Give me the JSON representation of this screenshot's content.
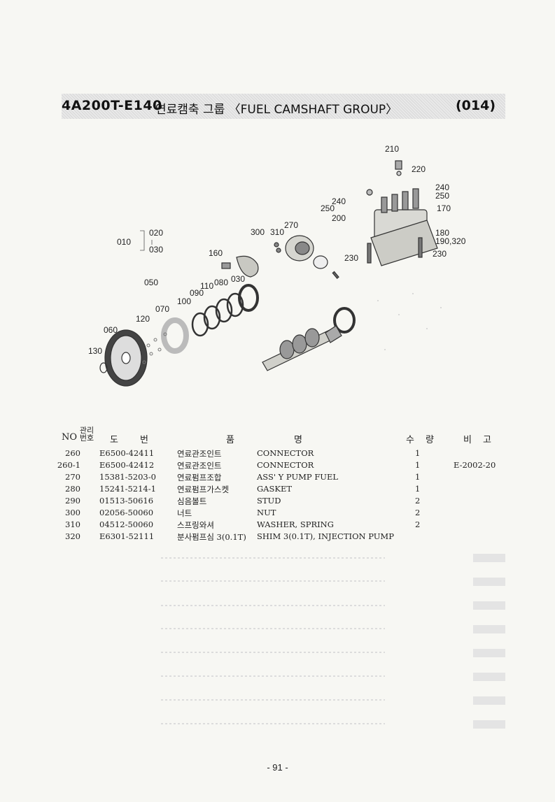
{
  "header": {
    "model": "4A200T-E140",
    "title": "연료캠축 그룹 〈FUEL CAMSHAFT GROUP〉",
    "code": "(014)"
  },
  "diagram": {
    "callouts": [
      "210",
      "220",
      "240",
      "250",
      "240",
      "250",
      "170",
      "200",
      "270",
      "300",
      "310",
      "180",
      "190,320",
      "230",
      "230",
      "010",
      "020",
      "030",
      "160",
      "050",
      "080",
      "030",
      "110",
      "090",
      "100",
      "070",
      "120",
      "060",
      "130"
    ]
  },
  "table": {
    "headers": {
      "no": "NO",
      "mgmt": "관리\n번호",
      "do": "도",
      "beon": "번",
      "pum": "품",
      "myeong": "명",
      "su": "수",
      "ryang": "량",
      "bi": "비",
      "go": "고"
    },
    "rows": [
      {
        "no": "260",
        "part": "E6500-42411",
        "kr": "연료관조인트",
        "en": "CONNECTOR",
        "qty": "1",
        "remark": ""
      },
      {
        "no": "260-1",
        "part": "E6500-42412",
        "kr": "연료관조인트",
        "en": "CONNECTOR",
        "qty": "1",
        "remark": "E-2002-20"
      },
      {
        "no": "270",
        "part": "15381-5203-0",
        "kr": "연료펌프조합",
        "en": "ASS' Y PUMP FUEL",
        "qty": "1",
        "remark": ""
      },
      {
        "no": "280",
        "part": "15241-5214-1",
        "kr": "연료펌프가스켓",
        "en": "GASKET",
        "qty": "1",
        "remark": ""
      },
      {
        "no": "290",
        "part": "01513-50616",
        "kr": "심음볼트",
        "en": "STUD",
        "qty": "2",
        "remark": ""
      },
      {
        "no": "300",
        "part": "02056-50060",
        "kr": "너트",
        "en": "NUT",
        "qty": "2",
        "remark": ""
      },
      {
        "no": "310",
        "part": "04512-50060",
        "kr": "스프링와셔",
        "en": "WASHER, SPRING",
        "qty": "2",
        "remark": ""
      },
      {
        "no": "320",
        "part": "E6301-52111",
        "kr": "분사펌프심 3(0.1T)",
        "en": "SHIM 3(0.1T), INJECTION PUMP",
        "qty": "",
        "remark": ""
      }
    ]
  },
  "footer": {
    "page": "- 91 -"
  }
}
